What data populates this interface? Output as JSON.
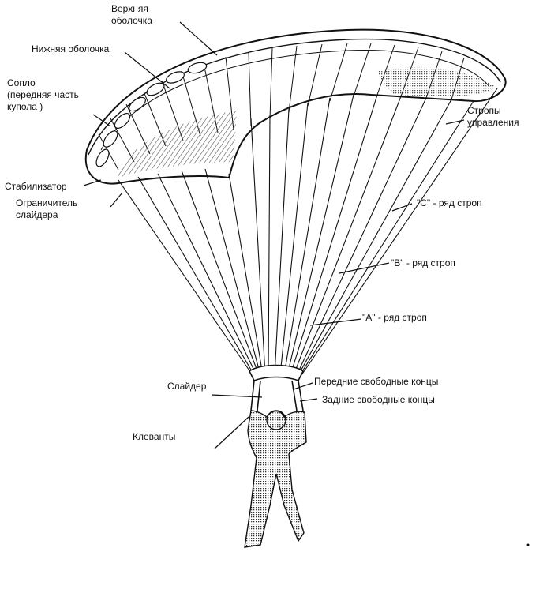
{
  "labels": {
    "top_skin": "Верхняя\nоболочка",
    "bottom_skin": "Нижняя оболочка",
    "nozzle": "Сопло\n(передняя часть\nкупола )",
    "stabilizer": "Стабилизатор",
    "slider_stop": "Ограничитель\nслайдера",
    "control_lines": "Стропы\nуправления",
    "row_c": "\"C\" - ряд строп",
    "row_b": "\"B\" - ряд строп",
    "row_a": "\"A\" - ряд строп",
    "slider": "Слайдер",
    "front_risers": "Передние свободные концы",
    "rear_risers": "Задние свободные концы",
    "toggles": "Клеванты"
  },
  "colors": {
    "ink": "#111111",
    "canopy_fill": "#ffffff",
    "hatch": "#6a6a6a"
  }
}
